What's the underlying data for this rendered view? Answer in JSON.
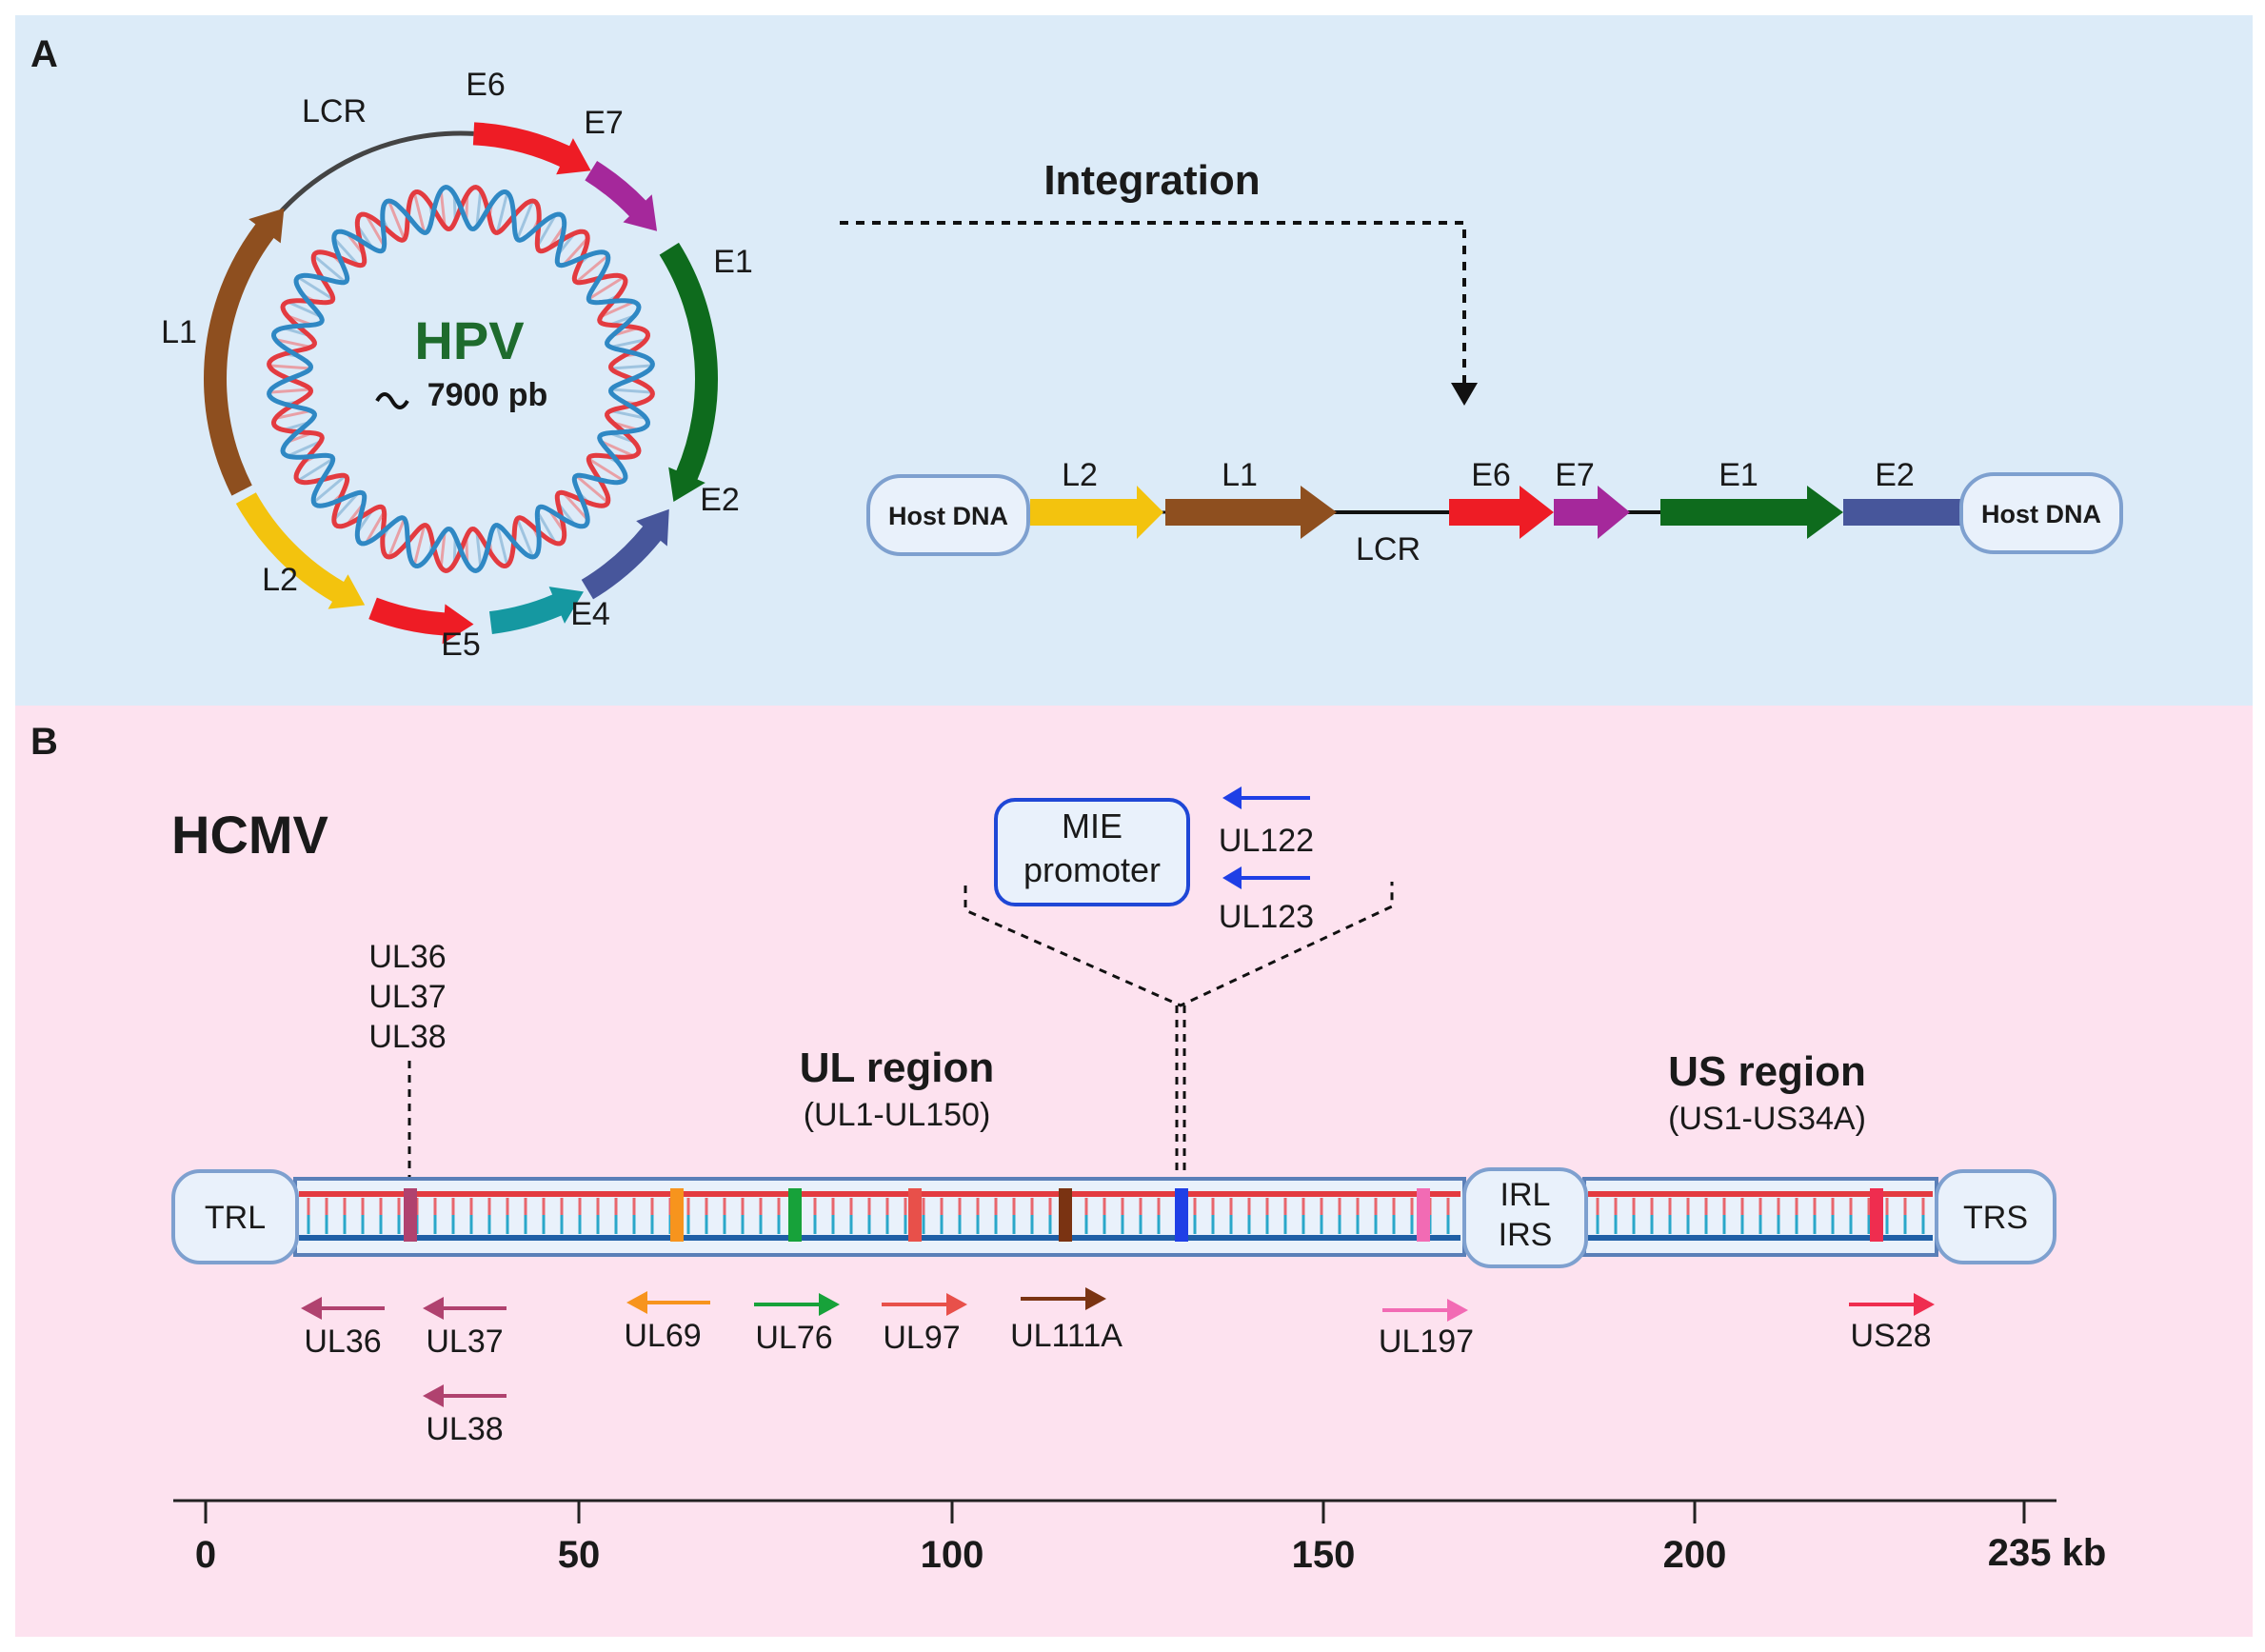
{
  "panel_a": {
    "label": "A",
    "hpv_name": "HPV",
    "hpv_size": "7900 pb",
    "circle_genes": [
      {
        "label": "LCR",
        "color": "#444444"
      },
      {
        "label": "E6",
        "color": "#ee1c25"
      },
      {
        "label": "E7",
        "color": "#a5289b"
      },
      {
        "label": "E1",
        "color": "#0e6b1d"
      },
      {
        "label": "E2",
        "color": "#47569b"
      },
      {
        "label": "E4",
        "color": "#1598a1"
      },
      {
        "label": "E5",
        "color": "#ee1c25"
      },
      {
        "label": "L2",
        "color": "#f3c30e"
      },
      {
        "label": "L1",
        "color": "#8e4f1f"
      }
    ],
    "integration_label": "Integration",
    "host_dna_left": "Host DNA",
    "host_dna_right": "Host DNA",
    "linear_genes": [
      {
        "label": "L2",
        "color": "#f3c30e"
      },
      {
        "label": "L1",
        "color": "#8e4f1f"
      },
      {
        "label": "LCR",
        "color": "#222222"
      },
      {
        "label": "E6",
        "color": "#ee1c25"
      },
      {
        "label": "E7",
        "color": "#a5289b"
      },
      {
        "label": "E1",
        "color": "#0e6b1d"
      },
      {
        "label": "E2",
        "color": "#47569b"
      }
    ]
  },
  "panel_b": {
    "label": "B",
    "virus_name": "HCMV",
    "mie_box_line1": "MIE",
    "mie_box_line2": "promoter",
    "mie_genes": [
      "UL122",
      "UL123"
    ],
    "upper_genes": [
      "UL36",
      "UL37",
      "UL38"
    ],
    "ul_region_title": "UL region",
    "ul_region_sub": "(UL1-UL150)",
    "us_region_title": "US region",
    "us_region_sub": "(US1-US34A)",
    "trl": "TRL",
    "irl": "IRL",
    "irs": "IRS",
    "trs": "TRS",
    "genes_below": [
      {
        "label": "UL36",
        "color": "#b0426f",
        "direction": "left"
      },
      {
        "label": "UL37",
        "color": "#b0426f",
        "direction": "left"
      },
      {
        "label": "UL38",
        "color": "#b0426f",
        "direction": "left"
      },
      {
        "label": "UL69",
        "color": "#f7941d",
        "direction": "left"
      },
      {
        "label": "UL76",
        "color": "#17a23a",
        "direction": "right"
      },
      {
        "label": "UL97",
        "color": "#e8504a",
        "direction": "right"
      },
      {
        "label": "UL111A",
        "color": "#7a3312",
        "direction": "right"
      },
      {
        "label": "UL197",
        "color": "#f26bb4",
        "direction": "right"
      },
      {
        "label": "US28",
        "color": "#ef2d4f",
        "direction": "right"
      }
    ],
    "axis_ticks": [
      "0",
      "50",
      "100",
      "150",
      "200"
    ],
    "axis_end_label": "235 kb"
  },
  "colors": {
    "panel_a_bg": "#dcebf8",
    "panel_b_bg": "#fde2ef",
    "box_fill": "#e9f1fb",
    "box_stroke": "#7ea0cf",
    "strand_red": "#e33b40",
    "strand_blue": "#2f88c4",
    "mie_box_stroke": "#1f47d6"
  }
}
